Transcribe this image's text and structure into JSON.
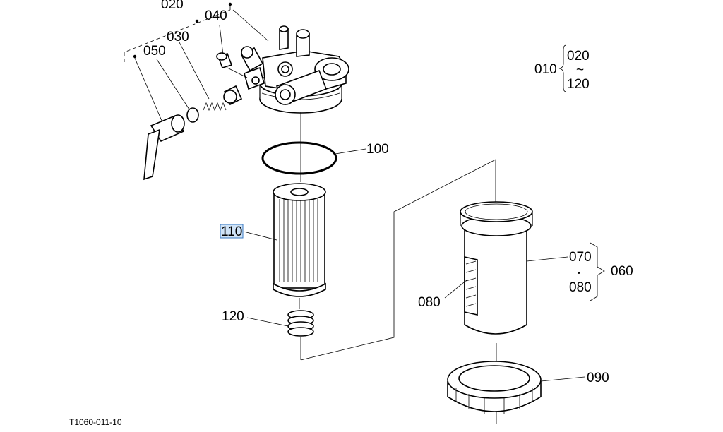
{
  "labels": {
    "p020": "020",
    "p040": "040",
    "p050": "050",
    "p030": "030",
    "p100": "100",
    "p110": "110",
    "p120": "120",
    "p070": "070",
    "p080a": "080",
    "p080b": "080",
    "p060": "060",
    "p090": "090",
    "p010": "010",
    "set_from": "020",
    "set_to": "120",
    "tilde": "~",
    "dot": "•"
  },
  "figure_code": "T1060-011-10",
  "selected_part": "110",
  "colors": {
    "highlight_fill": "#cfe3f7",
    "highlight_border": "#3a78c2",
    "line": "#000000"
  }
}
